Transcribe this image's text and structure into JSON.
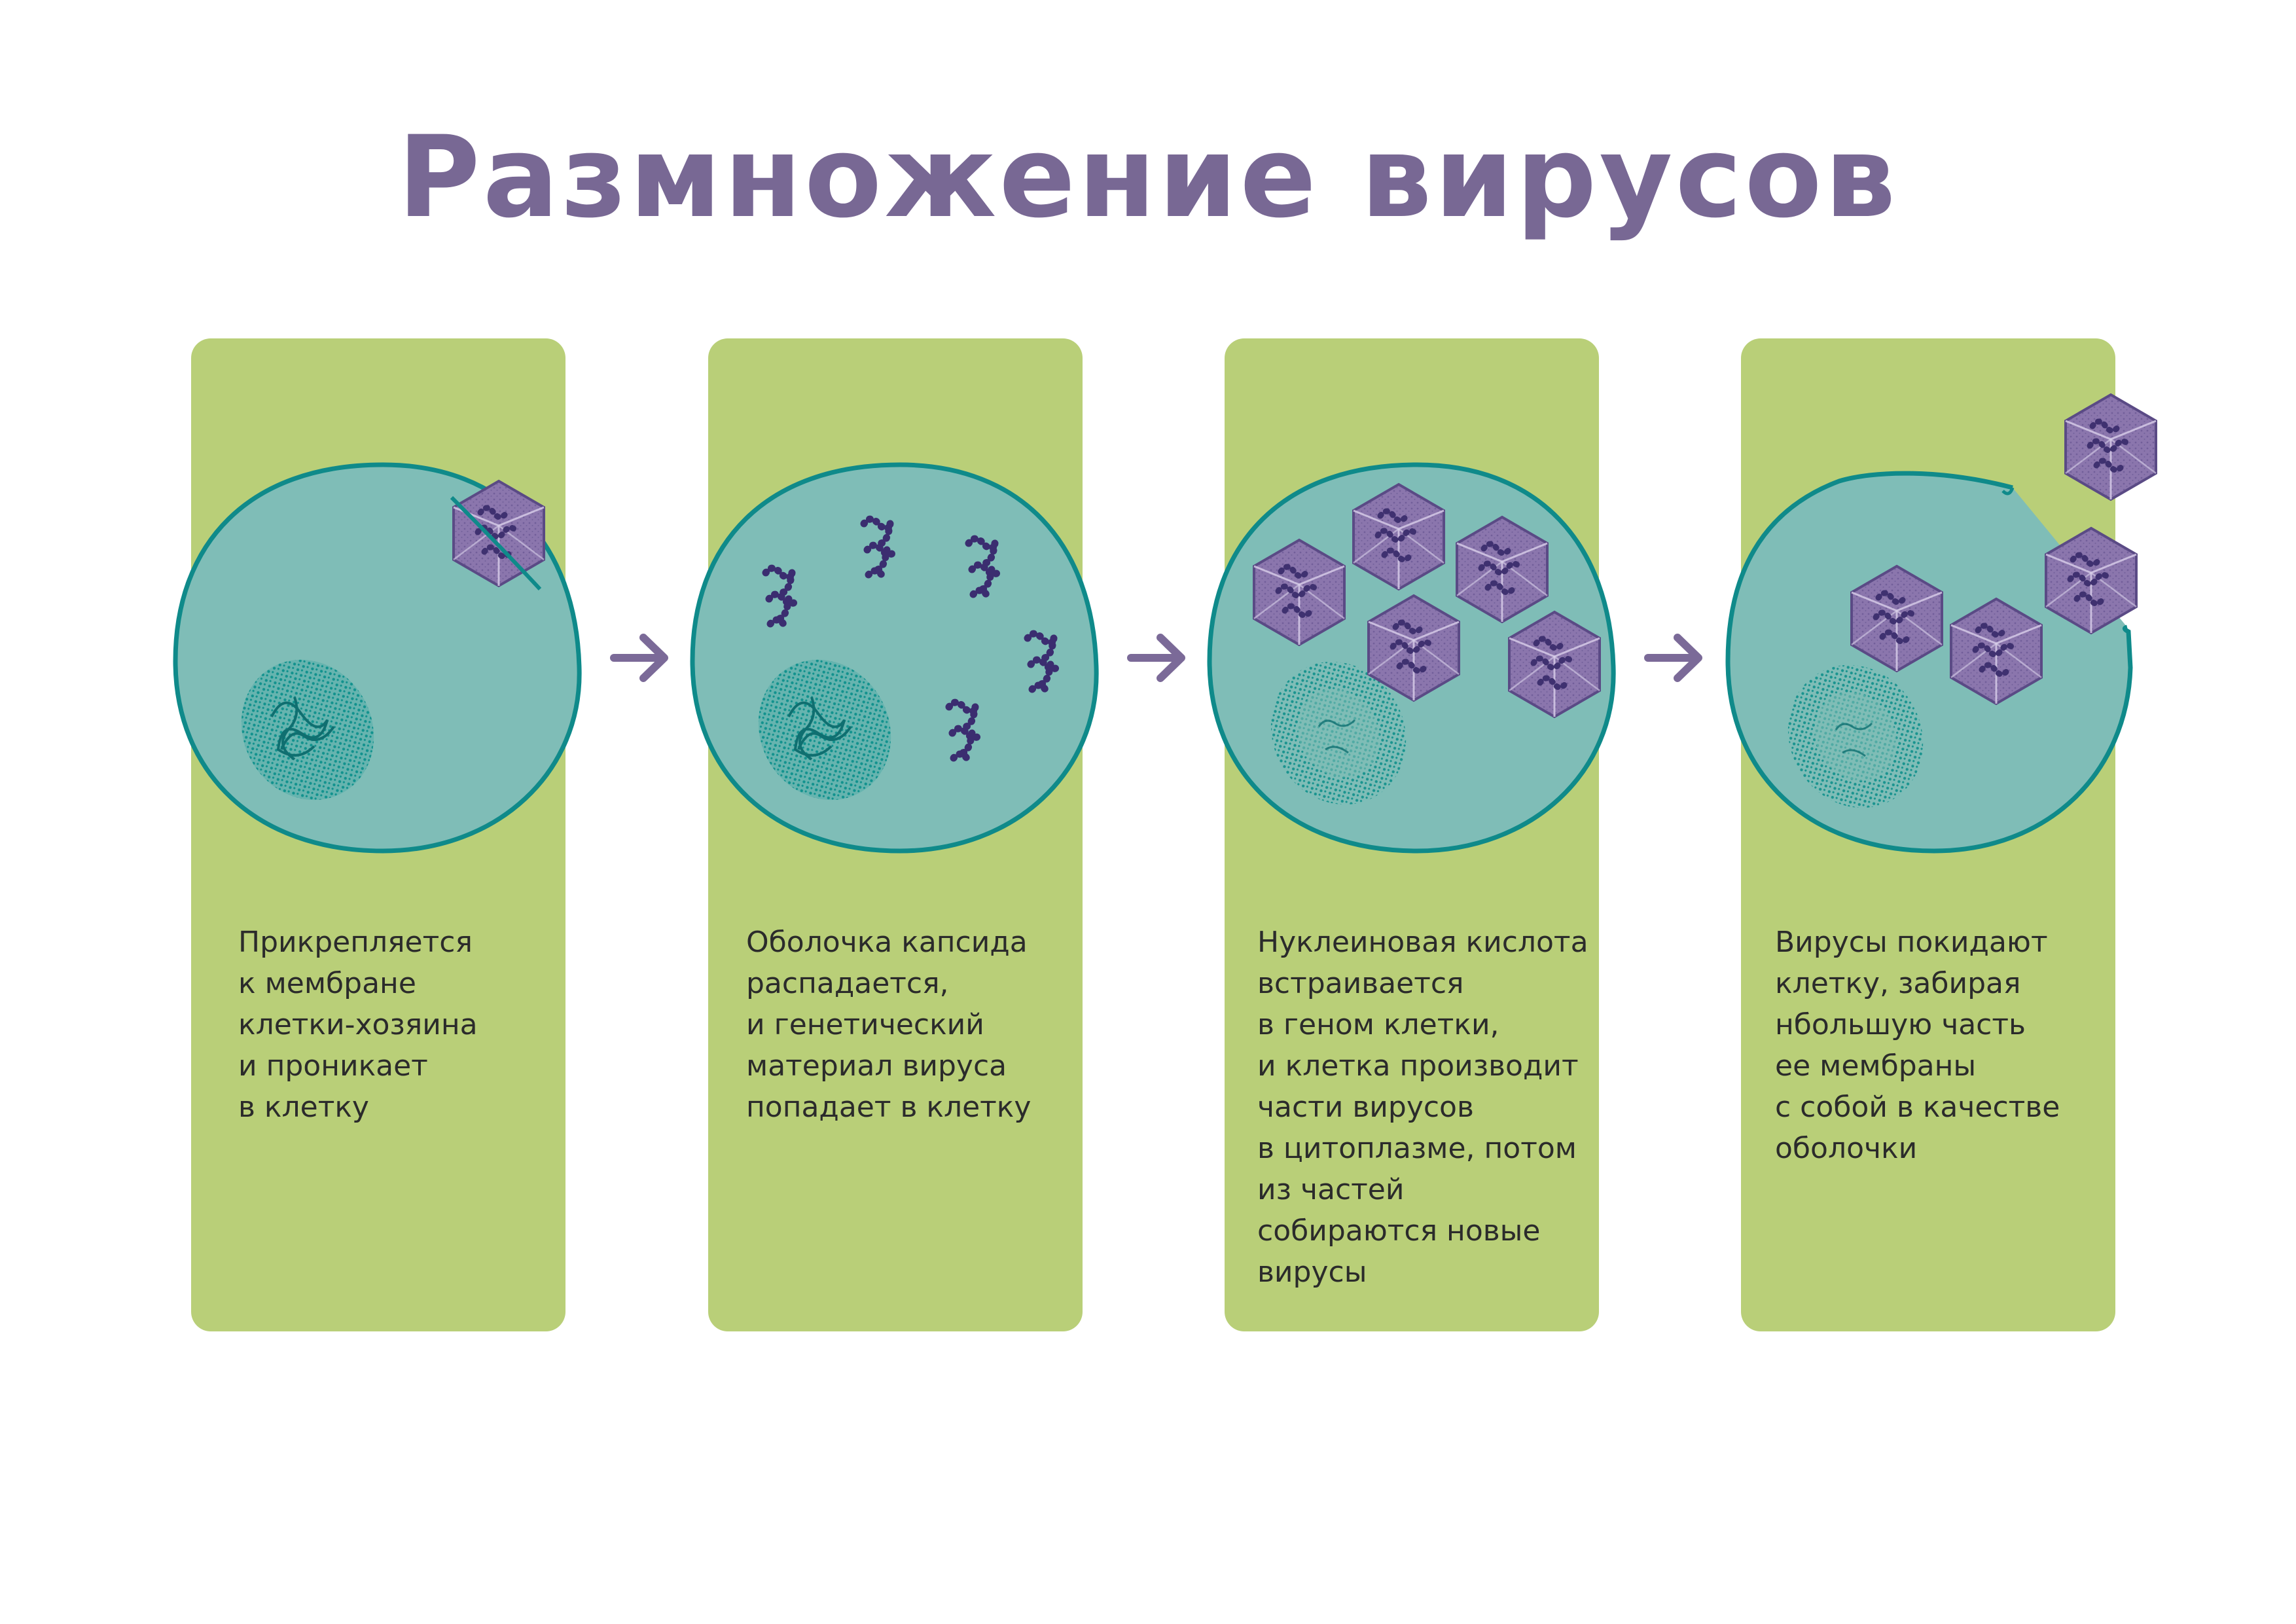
{
  "title": "Размножение вирусов",
  "colors": {
    "title": "#786894",
    "panel": "#b9cf78",
    "cell_fill": "#7fbdb7",
    "cell_stroke": "#0f8a8a",
    "nucleus": "#1a9a96",
    "virus_fill": "#8b76ad",
    "virus_dark": "#4e3f7a",
    "arrow": "#7b6a98",
    "text": "#2b2b2b"
  },
  "steps": [
    {
      "caption": "Прикрепляется\nк мембране\nклетки-хозяина\nи проникает\nв клетку"
    },
    {
      "caption": "Оболочка капсида\nраспадается,\nи генетический\nматериал вируса\nпопадает в клетку"
    },
    {
      "caption": "Нуклеиновая кислота\nвстраивается\nв геном клетки,\nи клетка производит\nчасти вирусов\nв цитоплазме, потом\nиз частей\nсобираются новые\nвирусы"
    },
    {
      "caption": "Вирусы покидают\nклетку, забирая\nнбольшую часть\nее мембраны\nс собой в качестве\nоболочки"
    }
  ],
  "icons": {
    "arrow": "arrow-right-icon",
    "virus": "virus-capsid-icon",
    "nucleus": "cell-nucleus-icon",
    "genome": "genetic-material-icon"
  }
}
